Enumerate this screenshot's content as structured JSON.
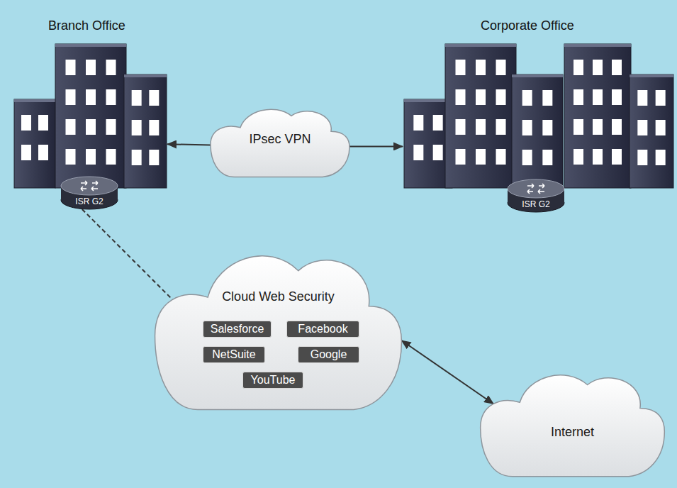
{
  "diagram": {
    "nodes": [
      {
        "text": [
          "Branch Office"
        ]
      },
      {
        "text": [
          "ISR G2"
        ],
        "in": 0
      },
      {
        "text": [
          "IPsec VPN"
        ]
      },
      {
        "text": [
          "Corporate Office"
        ]
      },
      {
        "text": [
          "ISR G2"
        ],
        "in": 3
      },
      {
        "text": [
          "Cloud Web Security"
        ]
      },
      {
        "text": [
          "Salesforce"
        ],
        "in": 5
      },
      {
        "text": [
          "Facebook"
        ],
        "in": 5
      },
      {
        "text": [
          "NetSuite"
        ],
        "in": 5
      },
      {
        "text": [
          "Google"
        ],
        "in": 5
      },
      {
        "text": [
          "YouTube"
        ],
        "in": 5
      },
      {
        "text": [
          "Internet"
        ]
      }
    ],
    "edges": [
      {
        "from": 2,
        "to": 0,
        "arrow": "to"
      },
      {
        "from": 2,
        "to": 3,
        "arrow": "to"
      },
      {
        "from": 1,
        "to": 5,
        "arrow": "none"
      },
      {
        "from": 5,
        "to": 11,
        "arrow": "both"
      }
    ]
  }
}
